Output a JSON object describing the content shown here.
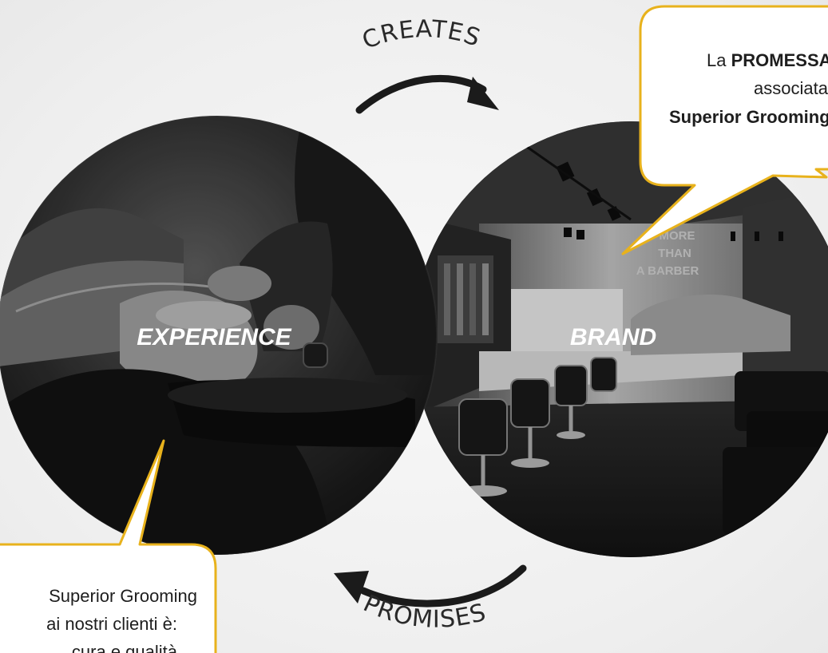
{
  "diagram": {
    "arrow_top_label": "CREATES",
    "arrow_bottom_label": "PROMISES",
    "left_circle_label": "EXPERIENCE",
    "right_circle_label": "BRAND",
    "mural_text": [
      "MORE",
      "THAN",
      "A BARBER"
    ]
  },
  "callout_top": {
    "line1_prefix": "La ",
    "line1_bold": "PROMESSA",
    "line2": "associata al",
    "line3_bold": "Superior Grooming"
  },
  "callout_bottom": {
    "line1": "Superior Grooming",
    "line2": "ai nostri clienti è:",
    "line3": "cura e qualità"
  },
  "colors": {
    "callout_border": "#e8b21c",
    "callout_fill": "#ffffff",
    "arrow": "#1b1b1b",
    "circle_dark": "#151515"
  }
}
